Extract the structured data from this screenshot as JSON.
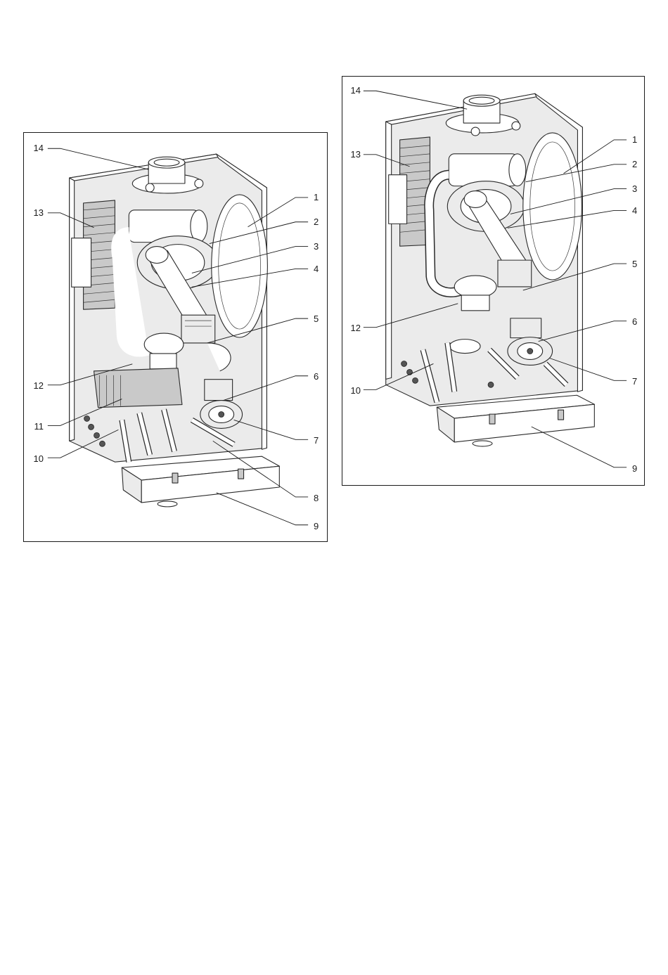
{
  "figures": [
    {
      "id": "left",
      "callouts": [
        "1",
        "2",
        "3",
        "4",
        "5",
        "6",
        "7",
        "8",
        "9",
        "10",
        "11",
        "12",
        "13",
        "14"
      ]
    },
    {
      "id": "right",
      "callouts": [
        "1",
        "2",
        "3",
        "4",
        "5",
        "6",
        "7",
        "9",
        "10",
        "12",
        "13",
        "14"
      ]
    }
  ]
}
